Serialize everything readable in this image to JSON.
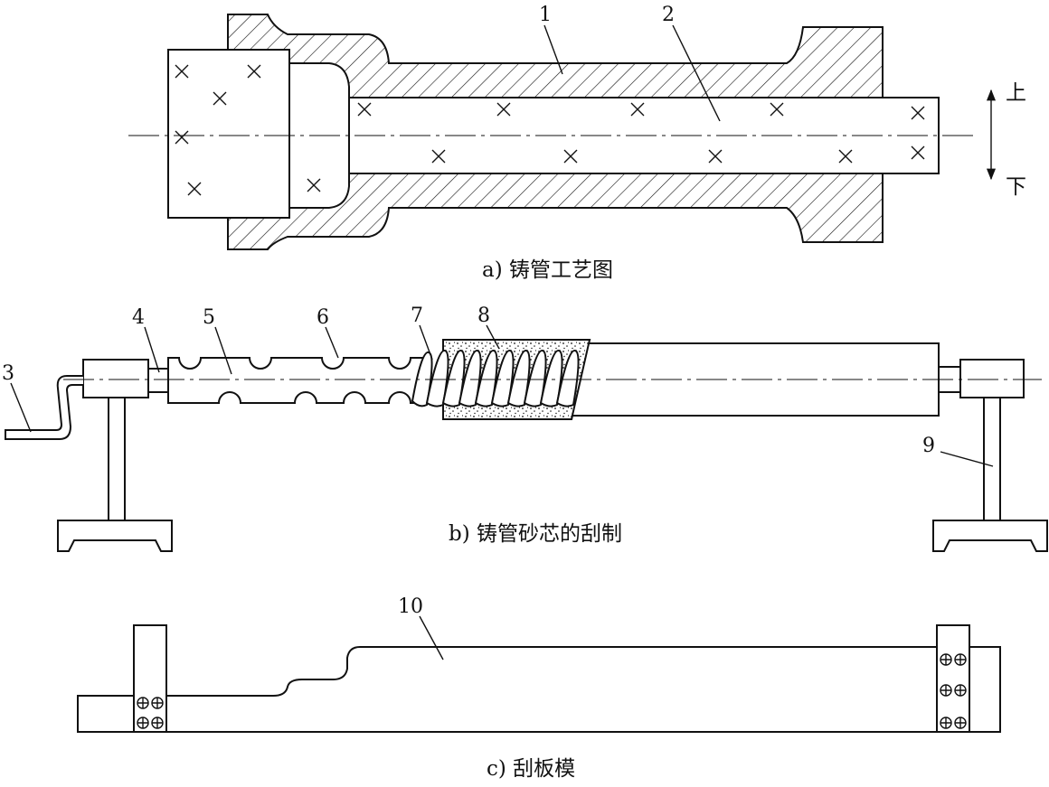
{
  "colors": {
    "line": "#111111",
    "background": "#ffffff"
  },
  "diagram_a": {
    "caption": "a) 铸管工艺图",
    "labels": {
      "casting": "1",
      "core": "2"
    },
    "direction": {
      "up": "上",
      "down": "下"
    }
  },
  "diagram_b": {
    "caption": "b) 铸管砂芯的刮制",
    "labels": {
      "handle": "3",
      "shaft": "4",
      "core_bar": "5",
      "groove": "6",
      "rope": "7",
      "sand": "8",
      "support": "9"
    }
  },
  "diagram_c": {
    "caption": "c) 刮板模",
    "labels": {
      "board": "10"
    }
  }
}
